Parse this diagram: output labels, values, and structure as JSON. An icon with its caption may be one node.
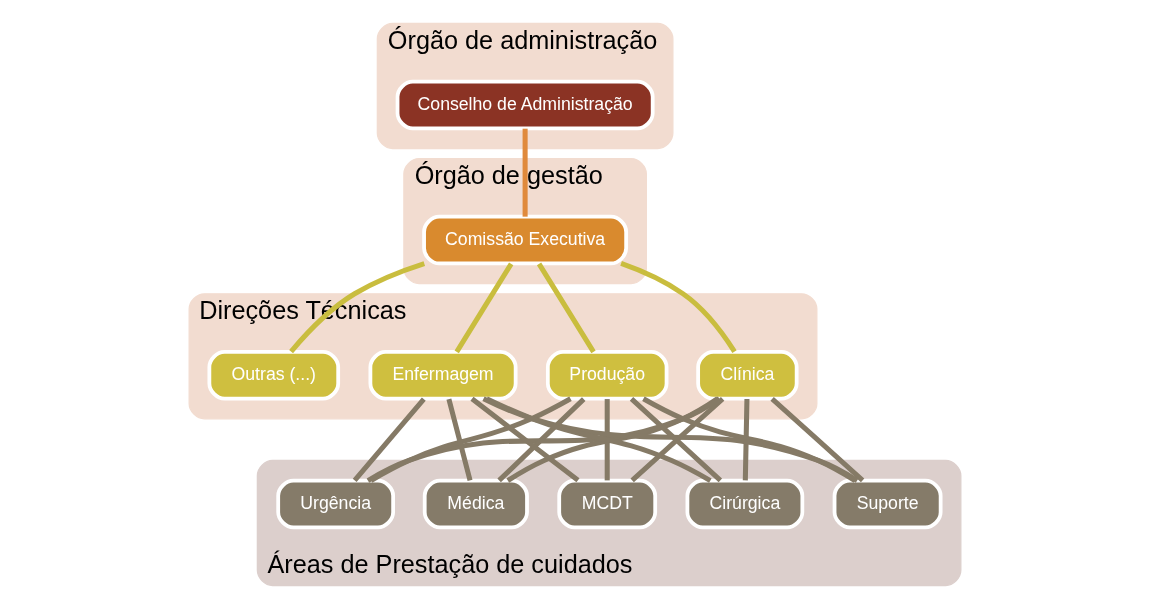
{
  "diagram": {
    "nodes": [
      {
        "text": [
          "Órgão de administração"
        ]
      },
      {
        "text": [
          "Conselho de Administração"
        ],
        "in": 0
      },
      {
        "text": [
          "Órgão de gestão"
        ]
      },
      {
        "text": [
          "Comissão Executiva"
        ],
        "in": 2
      },
      {
        "text": [
          "Direções Técnicas"
        ]
      },
      {
        "text": [
          "Clínica"
        ],
        "in": 4
      },
      {
        "text": [
          "Produção"
        ],
        "in": 4
      },
      {
        "text": [
          "Enfermagem"
        ],
        "in": 4
      },
      {
        "text": [
          "Outras (...)"
        ],
        "in": 4
      },
      {
        "text": [
          "Áreas de Prestação de cuidados"
        ]
      },
      {
        "text": [
          "Médica"
        ],
        "in": 9
      },
      {
        "text": [
          "Urgência"
        ],
        "in": 9
      },
      {
        "text": [
          "Suporte"
        ],
        "in": 9
      },
      {
        "text": [
          "Cirúrgica"
        ],
        "in": 9
      },
      {
        "text": [
          "MCDT"
        ],
        "in": 9
      }
    ],
    "edges": [
      {
        "from": 1,
        "to": 3,
        "arrow": "none",
        "color": "#e08a3c"
      },
      {
        "from": 3,
        "to": 5,
        "arrow": "none",
        "color": "#c9bd3e"
      },
      {
        "from": 3,
        "to": 6,
        "arrow": "none",
        "color": "#c9bd3e"
      },
      {
        "from": 3,
        "to": 7,
        "arrow": "none",
        "color": "#c9bd3e"
      },
      {
        "from": 3,
        "to": 8,
        "arrow": "none",
        "color": "#c9bd3e"
      },
      {
        "from": 5,
        "to": 10,
        "arrow": "none"
      },
      {
        "from": 5,
        "to": 13,
        "arrow": "none"
      },
      {
        "from": 5,
        "to": 11,
        "arrow": "none"
      },
      {
        "from": 5,
        "to": 14,
        "arrow": "none"
      },
      {
        "from": 5,
        "to": 12,
        "arrow": "none"
      },
      {
        "from": 6,
        "to": 10,
        "arrow": "none"
      },
      {
        "from": 6,
        "to": 13,
        "arrow": "none"
      },
      {
        "from": 6,
        "to": 11,
        "arrow": "none"
      },
      {
        "from": 6,
        "to": 14,
        "arrow": "none"
      },
      {
        "from": 6,
        "to": 12,
        "arrow": "none"
      },
      {
        "from": 7,
        "to": 10,
        "arrow": "none"
      },
      {
        "from": 7,
        "to": 13,
        "arrow": "none"
      },
      {
        "from": 7,
        "to": 11,
        "arrow": "none"
      },
      {
        "from": 7,
        "to": 14,
        "arrow": "none"
      },
      {
        "from": 7,
        "to": 12,
        "arrow": "none"
      }
    ]
  }
}
